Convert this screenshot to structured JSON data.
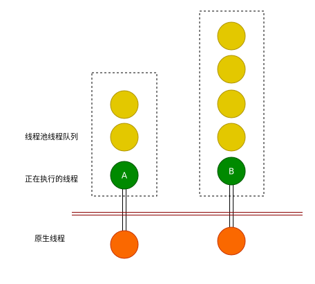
{
  "labels": {
    "queue": "线程池线程队列",
    "running": "正在执行的线程",
    "native": "原生线程"
  },
  "columns": [
    {
      "thread_name": "A",
      "queued_count": 2
    },
    {
      "thread_name": "B",
      "queued_count": 4
    }
  ],
  "colors": {
    "queued": "#e3c800",
    "queued_stroke": "#b09500",
    "running": "#008a00",
    "running_stroke": "#005700",
    "native": "#fa6800",
    "native_stroke": "#c73500",
    "divider": "#8b0000",
    "box_border": "#000000"
  }
}
